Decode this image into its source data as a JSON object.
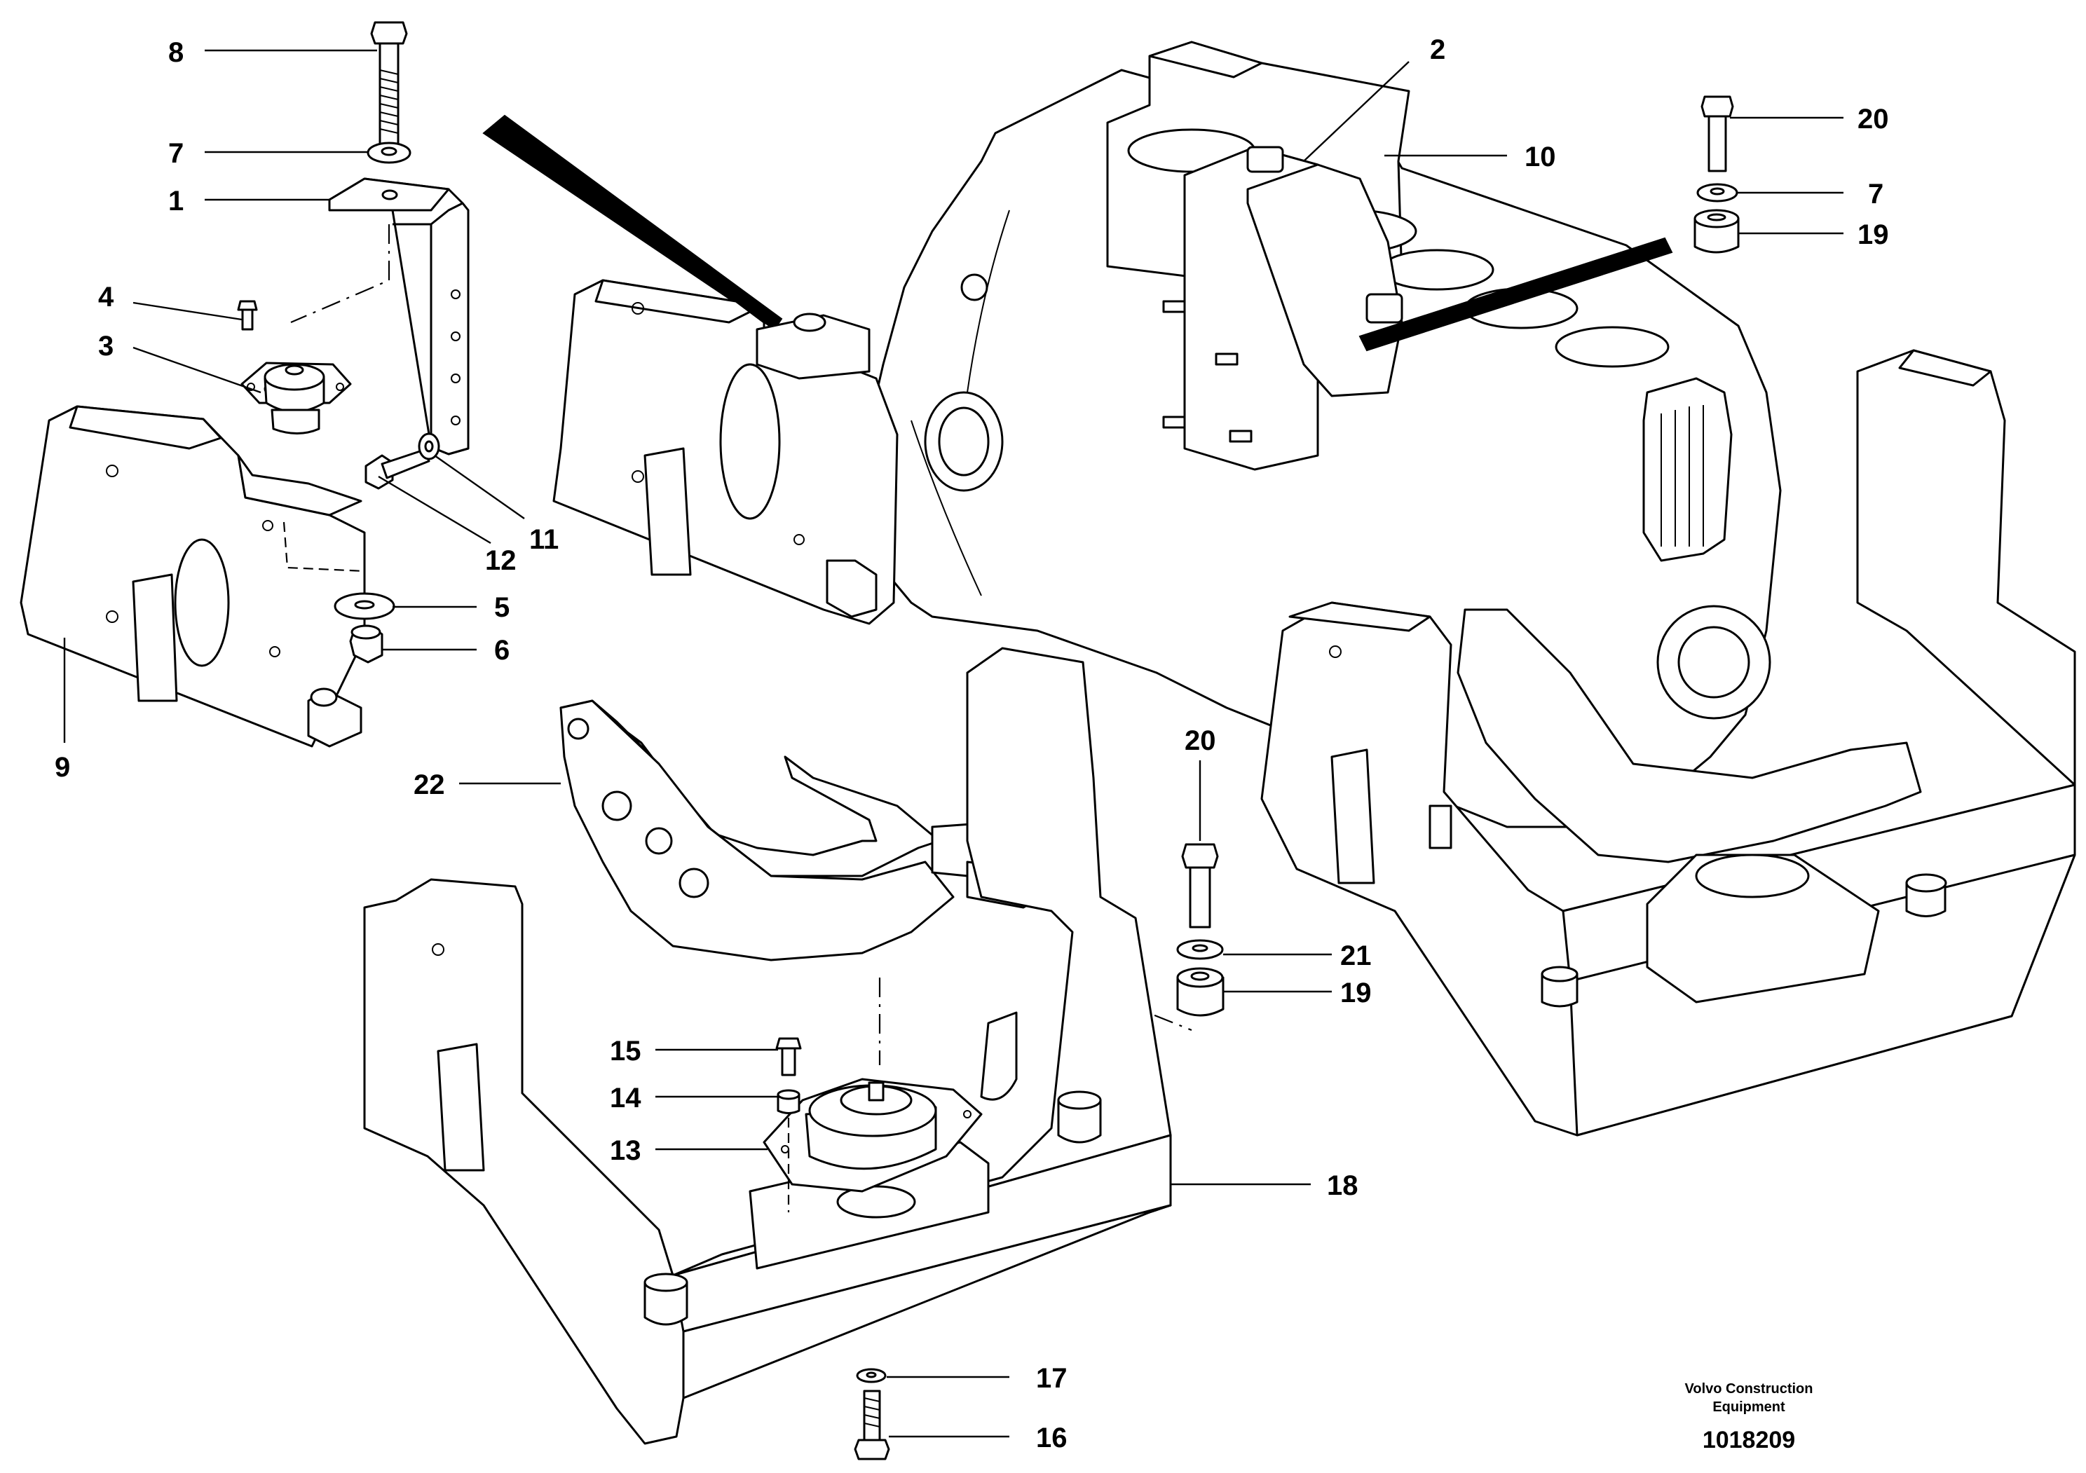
{
  "callouts": [
    {
      "id": "c8",
      "label": "8"
    },
    {
      "id": "c7a",
      "label": "7"
    },
    {
      "id": "c1",
      "label": "1"
    },
    {
      "id": "c4",
      "label": "4"
    },
    {
      "id": "c3",
      "label": "3"
    },
    {
      "id": "c12",
      "label": "12"
    },
    {
      "id": "c11",
      "label": "11"
    },
    {
      "id": "c5",
      "label": "5"
    },
    {
      "id": "c6",
      "label": "6"
    },
    {
      "id": "c9",
      "label": "9"
    },
    {
      "id": "c2",
      "label": "2"
    },
    {
      "id": "c10",
      "label": "10"
    },
    {
      "id": "c20a",
      "label": "20"
    },
    {
      "id": "c7b",
      "label": "7"
    },
    {
      "id": "c19a",
      "label": "19"
    },
    {
      "id": "c22",
      "label": "22"
    },
    {
      "id": "c20b",
      "label": "20"
    },
    {
      "id": "c21",
      "label": "21"
    },
    {
      "id": "c19b",
      "label": "19"
    },
    {
      "id": "c15",
      "label": "15"
    },
    {
      "id": "c14",
      "label": "14"
    },
    {
      "id": "c13",
      "label": "13"
    },
    {
      "id": "c18",
      "label": "18"
    },
    {
      "id": "c17",
      "label": "17"
    },
    {
      "id": "c16",
      "label": "16"
    }
  ],
  "footer": {
    "brand_line1": "Volvo Construction",
    "brand_line2": "Equipment",
    "document_number": "1018209"
  }
}
